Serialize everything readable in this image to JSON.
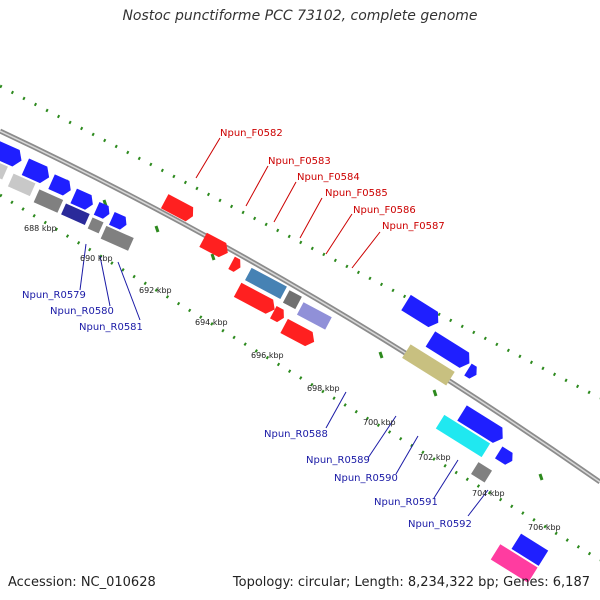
{
  "title": "Nostoc punctiforme PCC 73102, complete genome",
  "footer": {
    "accession": "Accession: NC_010628",
    "topology": "Topology: circular; Length: 8,234,322 bp; Genes: 6,187"
  },
  "ticks": [
    "688 kbp",
    "690 kbp",
    "692 kbp",
    "694 kbp",
    "696 kbp",
    "698 kbp",
    "700 kbp",
    "702 kbp",
    "704 kbp",
    "706 kbp"
  ],
  "forward_labels": [
    "Npun_F0582",
    "Npun_F0583",
    "Npun_F0584",
    "Npun_F0585",
    "Npun_F0586",
    "Npun_F0587"
  ],
  "reverse_labels": [
    "Npun_R0579",
    "Npun_R0580",
    "Npun_R0581",
    "Npun_R0588",
    "Npun_R0589",
    "Npun_R0590",
    "Npun_R0591",
    "Npun_R0592"
  ],
  "colors": {
    "backbone": "#8c8c8c",
    "dots": "#2d8a1e",
    "forward_gene": "#ff2020",
    "reverse_gene": "#1f1fff",
    "gray_gene": "#808080",
    "light_gray_gene": "#c8c8c8",
    "steelblue_gene": "#4682b4",
    "lavender_gene": "#9090d8",
    "khaki_gene": "#c8c080",
    "cyan_gene": "#20e8f0",
    "pink_gene": "#ff3ca0",
    "forward_label": "#cc0000",
    "reverse_label": "#1a1aa6"
  }
}
